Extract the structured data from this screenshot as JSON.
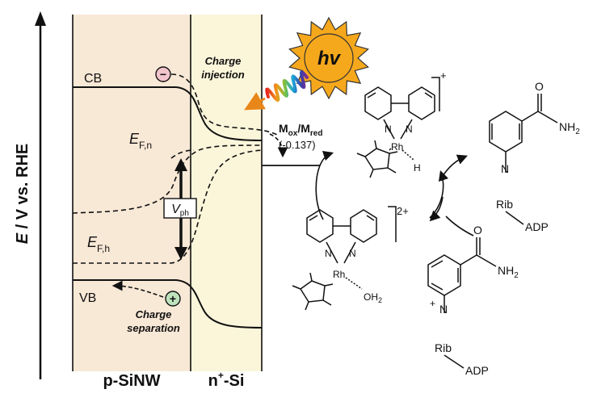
{
  "y_axis": {
    "label_main": "E",
    "label_rest": " / V vs. RHE"
  },
  "regions": {
    "left": {
      "label": "p-SiNW",
      "fill": "#f8e8d6"
    },
    "right": {
      "label_sup": "+",
      "label_n": "n",
      "label_rest": "-Si",
      "fill": "#fbf6da"
    }
  },
  "bands": {
    "cb": "CB",
    "vb": "VB"
  },
  "fermi": {
    "n": {
      "main": "E",
      "sub": "F,n"
    },
    "h": {
      "main": "E",
      "sub": "F,h"
    }
  },
  "vph": {
    "main": "V",
    "sub": "ph"
  },
  "charge_injection": {
    "line1": "Charge",
    "line2": "injection"
  },
  "charge_separation": {
    "line1": "Charge",
    "line2": "separation"
  },
  "electron_symbol": "−",
  "hole_symbol": "+",
  "sun": {
    "label": "hv",
    "color": "#f6a81c"
  },
  "redox": {
    "m1": "M",
    "sub_ox": "ox",
    "slash": "/",
    "m2": "M",
    "sub_red": "red",
    "potential": "(-0.137)"
  },
  "complex_top": {
    "metal": "Rh",
    "ligand": "H",
    "charge": "+",
    "n_left": "N",
    "n_right": "N"
  },
  "complex_bottom": {
    "metal": "Rh",
    "ligand_main": "OH",
    "ligand_sub": "2",
    "charge": "2+",
    "n_left": "N",
    "n_right": "N"
  },
  "nadh": {
    "n": "N",
    "rib": "Rib",
    "adp": "ADP",
    "o": "O",
    "nh2_main": "NH",
    "nh2_sub": "2"
  },
  "nad": {
    "n": "N",
    "plus": "+",
    "rib": "Rib",
    "adp": "ADP",
    "o": "O",
    "nh2_main": "NH",
    "nh2_sub": "2"
  }
}
